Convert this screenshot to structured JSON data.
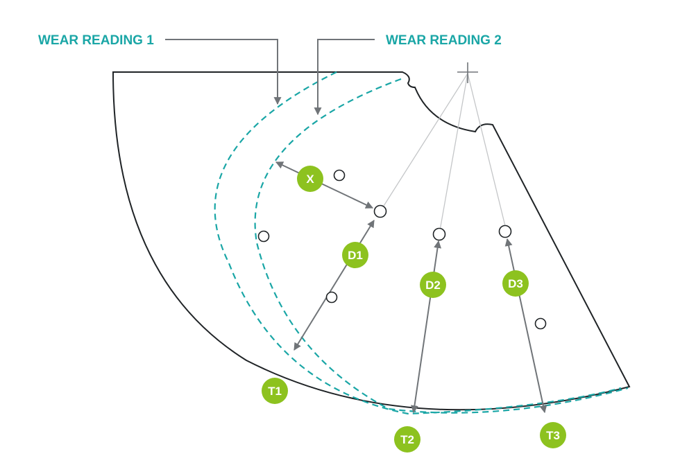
{
  "colors": {
    "outline": "#1f2326",
    "teal": "#1aa6a6",
    "arrow": "#707478",
    "guide": "#c4c6c8",
    "badge": "#8dc21f",
    "badge_text": "#ffffff"
  },
  "callouts": {
    "wear_reading_1": "WEAR READING 1",
    "wear_reading_2": "WEAR READING 2"
  },
  "badges": {
    "x": "X",
    "d1": "D1",
    "d2": "D2",
    "d3": "D3",
    "t1": "T1",
    "t2": "T2",
    "t3": "T3"
  }
}
